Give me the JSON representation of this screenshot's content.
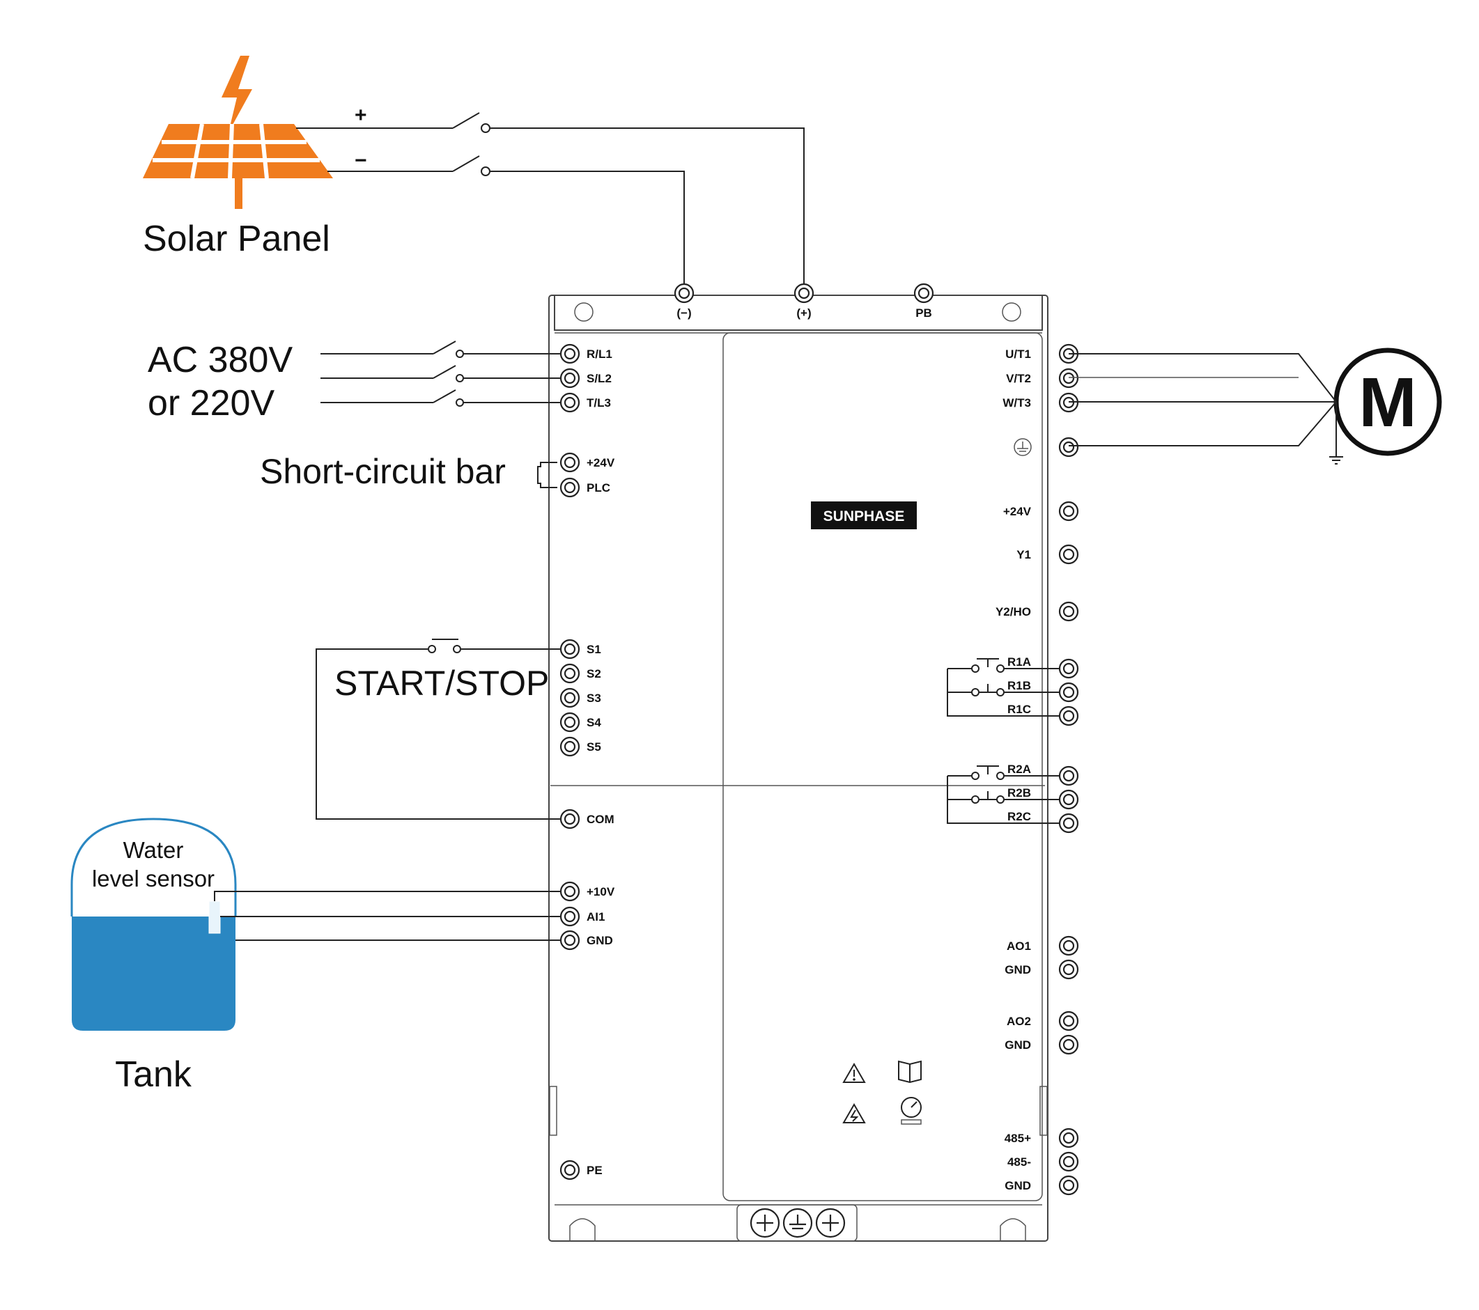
{
  "solar": {
    "label": "Solar Panel",
    "plus": "+",
    "minus": "−",
    "color": "#f07c1e"
  },
  "ac": {
    "line1": "AC 380V",
    "line2": "or 220V"
  },
  "short_bar": {
    "label": "Short-circuit bar"
  },
  "start_stop": {
    "label": "START/STOP"
  },
  "tank": {
    "sensor_line1": "Water",
    "sensor_line2": "level sensor",
    "label": "Tank",
    "water_color": "#2a87c2"
  },
  "motor": {
    "label": "M"
  },
  "brand": {
    "label": "SUNPHASE"
  },
  "top_terminals": [
    "(−)",
    "(+)",
    "PB"
  ],
  "left_terminals": {
    "power": [
      "R/L1",
      "S/L2",
      "T/L3"
    ],
    "supply": [
      "+24V",
      "PLC"
    ],
    "inputs": [
      "S1",
      "S2",
      "S3",
      "S4",
      "S5"
    ],
    "com": "COM",
    "analog": [
      "+10V",
      "AI1",
      "GND"
    ],
    "pe": "PE"
  },
  "right_terminals": {
    "motor": [
      "U/T1",
      "V/T2",
      "W/T3"
    ],
    "ground_icon": "ground-icon",
    "outputs": [
      "+24V",
      "Y1",
      "Y2/HO"
    ],
    "relay1": [
      "R1A",
      "R1B",
      "R1C"
    ],
    "relay2": [
      "R2A",
      "R2B",
      "R2C"
    ],
    "analog_out1": [
      "AO1",
      "GND"
    ],
    "analog_out2": [
      "AO2",
      "GND"
    ],
    "rs485": [
      "485+",
      "485-",
      "GND"
    ]
  },
  "icons": [
    "warning-icon",
    "manual-icon",
    "warning-high-voltage-icon",
    "discharge-timer-icon",
    "screw-terminal-icon",
    "ground-screw-icon",
    "lightning-icon"
  ]
}
